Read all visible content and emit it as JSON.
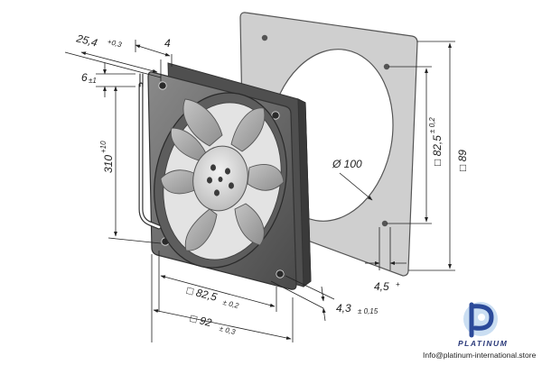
{
  "colors": {
    "line": "#333333",
    "fan_dark": "#6f6f6f",
    "fan_mid": "#a9a9a9",
    "fan_light": "#d6d6d6",
    "gasket": "#cfcfcf",
    "gasket_edge": "#555555",
    "brand_blue": "#2b4a9a",
    "brand_light": "#9fc2e8"
  },
  "dimensions": {
    "cable_offset": {
      "value": "25,4",
      "tolerance": "+0,3"
    },
    "frame_depth": {
      "value": "4"
    },
    "cable_exit": {
      "value": "6",
      "tolerance": "±1"
    },
    "cable_length": {
      "value": "310",
      "tolerance": "+10"
    },
    "bore": {
      "value": "Ø 100"
    },
    "hole_spacing_vertical": {
      "value": "□ 82,5",
      "tolerance": "± 0,2"
    },
    "frame_vertical": {
      "value": "□ 89"
    },
    "hole_spacing_horizontal": {
      "value": "□ 82,5",
      "tolerance": "± 0,2"
    },
    "frame_width": {
      "value": "□ 92",
      "tolerance": "± 0,3"
    },
    "hole_diameter": {
      "value": "4,3",
      "tolerance": "± 0,15"
    },
    "gasket_hole": {
      "value": "4,5",
      "tolerance": "+"
    }
  },
  "brand": {
    "name": "PLATINUM",
    "url": "Info@platinum-international.store",
    "icon": "platinum-logo-icon"
  }
}
